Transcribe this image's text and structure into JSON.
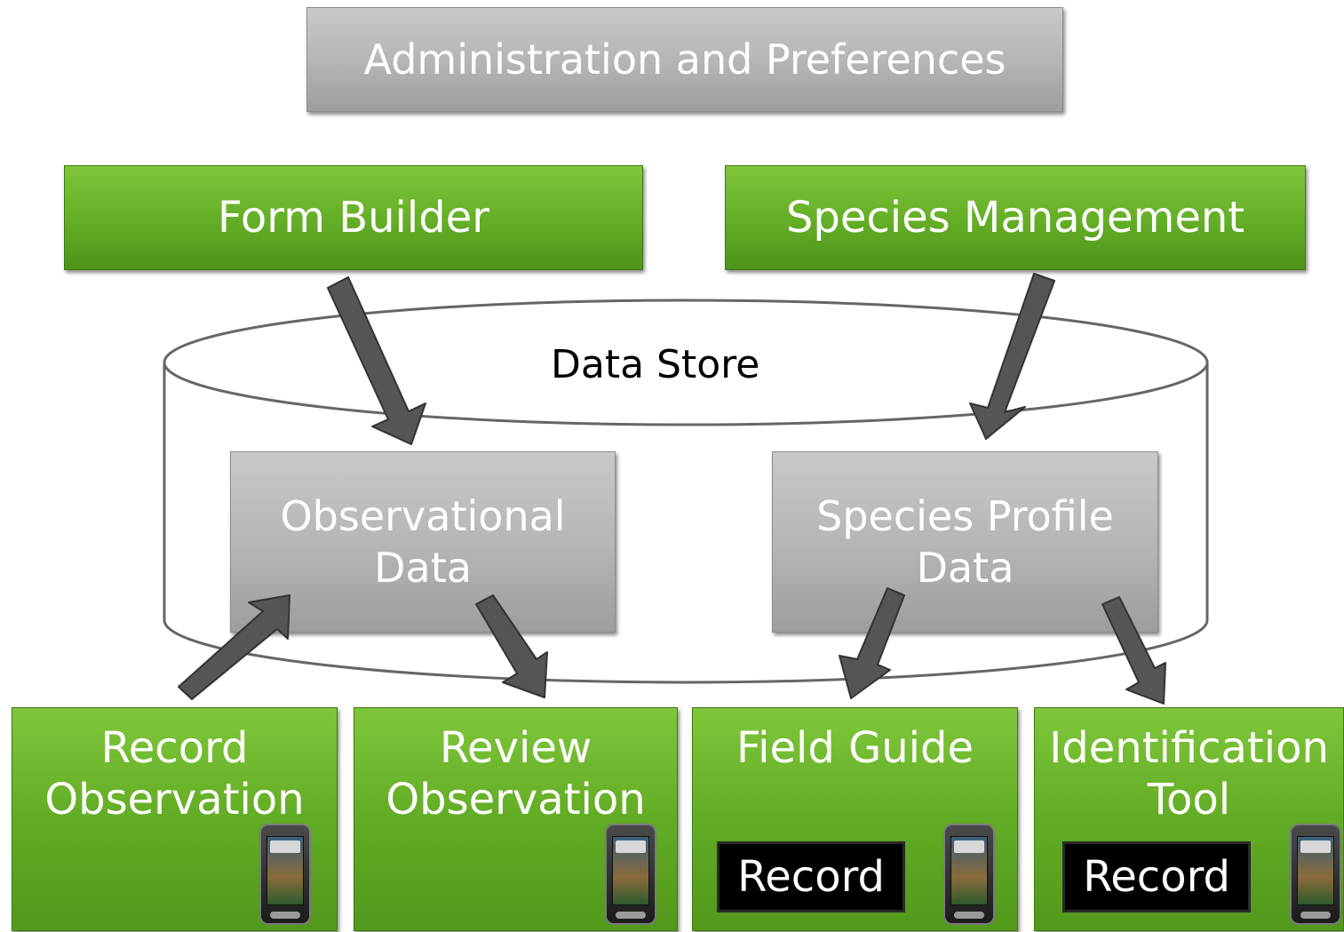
{
  "header": {
    "title": "Administration and Preferences"
  },
  "tools": {
    "form_builder": "Form Builder",
    "species_management": "Species Management"
  },
  "data_store": {
    "label": "Data Store",
    "observational": "Observational\nData",
    "species_profile": "Species Profile\nData"
  },
  "apps": [
    {
      "label": "Record\nObservation"
    },
    {
      "label": "Review\nObservation"
    },
    {
      "label": "Field Guide",
      "button": "Record"
    },
    {
      "label": "Identification\nTool",
      "button": "Record"
    }
  ],
  "colors": {
    "green": "#63ad26",
    "gray": "#b4b4b4",
    "arrow": "#555555",
    "button": "#000000"
  },
  "icons": [
    "smartphone-icon"
  ]
}
